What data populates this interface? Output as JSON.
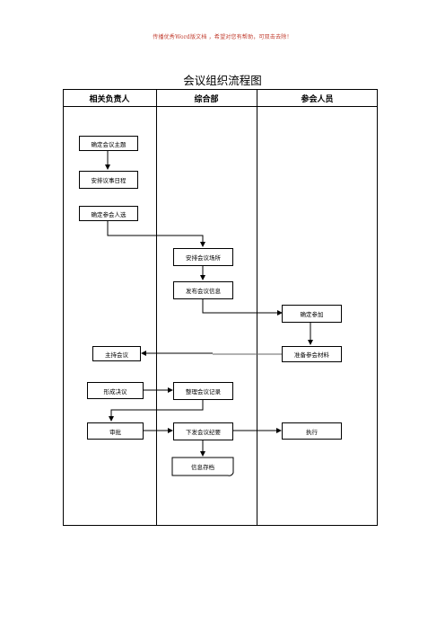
{
  "banner": "传播优秀Word版文档 ，希望对您有帮助，可双击去除！",
  "title": "会议组织流程图",
  "columns": [
    "相关负责人",
    "综合部",
    "参会人员"
  ],
  "steps": {
    "topic": "确定会议主题",
    "schedule": "安排议事日程",
    "attendees": "确定参会人选",
    "venue": "安排会议场所",
    "notice": "发布会议信息",
    "confirm": "确定参加",
    "host": "主持会议",
    "materials": "准备参会材料",
    "resolution": "形成决议",
    "minutes_record": "整理会议记录",
    "review": "审批",
    "issue_minutes": "下发会议纪要",
    "execute": "执行",
    "archive": "信息存档"
  }
}
